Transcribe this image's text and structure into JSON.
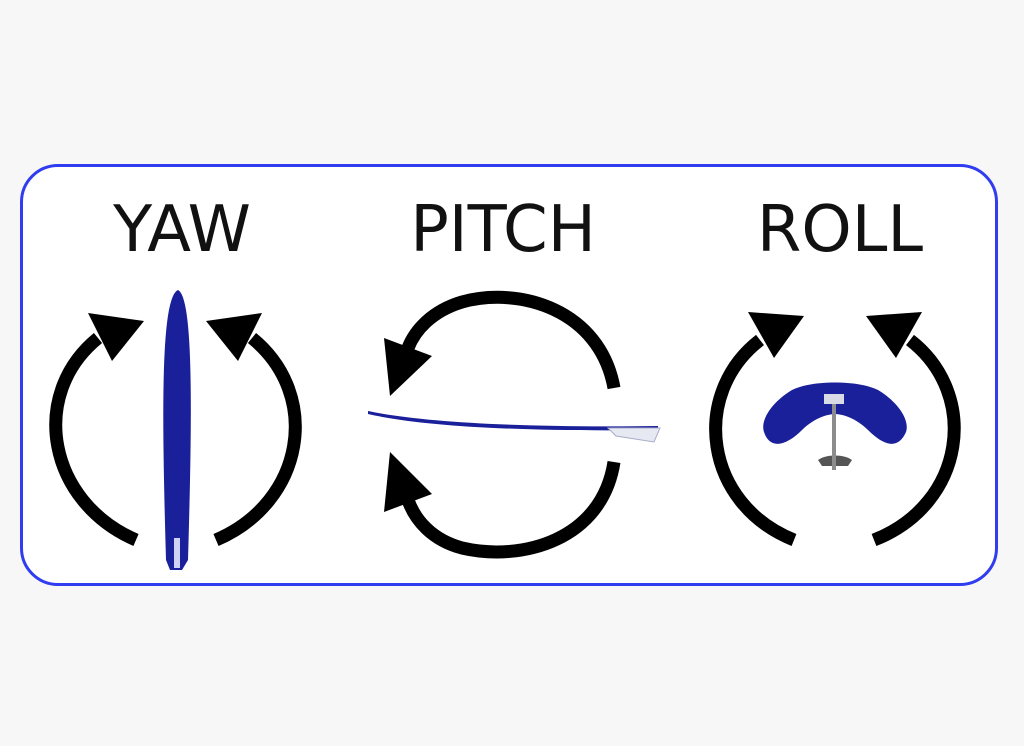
{
  "axes": [
    {
      "key": "yaw",
      "label": "YAW",
      "icon": "board-top-view-icon"
    },
    {
      "key": "pitch",
      "label": "PITCH",
      "icon": "board-side-view-icon"
    },
    {
      "key": "roll",
      "label": "ROLL",
      "icon": "board-front-view-icon"
    }
  ],
  "colors": {
    "frame": "#2f3cf0",
    "board": "#1a1f9a",
    "arrow": "#000000",
    "text": "#111111",
    "background": "#f7f7f7"
  }
}
